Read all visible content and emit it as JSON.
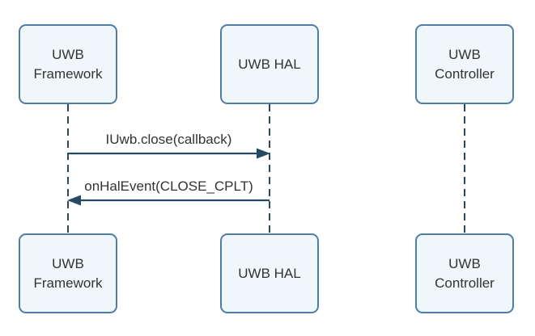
{
  "diagram": {
    "type": "sequence-diagram",
    "colors": {
      "background": "#ffffff",
      "box_fill": "#f0f7fb",
      "box_border": "#4e7da7",
      "line": "#264a63",
      "text": "#333333"
    },
    "actors": [
      {
        "id": "uwb-framework",
        "label": "UWB Framework"
      },
      {
        "id": "uwb-hal",
        "label": "UWB HAL"
      },
      {
        "id": "uwb-controller",
        "label": "UWB Controller"
      }
    ],
    "messages": [
      {
        "label": "IUwb.close(callback)",
        "from": "UWB Framework",
        "to": "UWB HAL",
        "direction": "left-to-right"
      },
      {
        "label": "onHalEvent(CLOSE_CPLT)",
        "from": "UWB HAL",
        "to": "UWB Framework",
        "direction": "right-to-left"
      }
    ]
  }
}
